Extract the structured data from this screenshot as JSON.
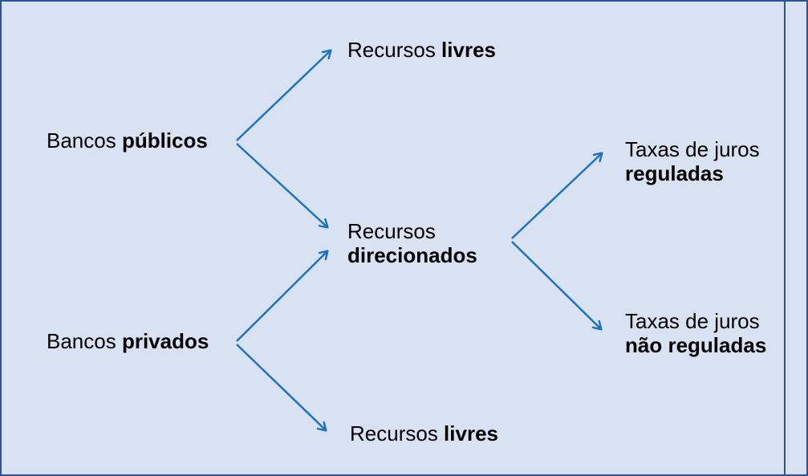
{
  "colors": {
    "background": "#d9e2f3",
    "border": "#2e5395",
    "arrow": "#1e73c0",
    "text": "#000000"
  },
  "diagram": {
    "nodes": {
      "bancos_publicos": {
        "regular": "Bancos ",
        "bold": "públicos"
      },
      "bancos_privados": {
        "regular": "Bancos ",
        "bold": "privados"
      },
      "recursos_livres_top": {
        "regular": "Recursos ",
        "bold": "livres"
      },
      "recursos_direcionados": {
        "line1": "Recursos",
        "line2_bold": "direcionados"
      },
      "recursos_livres_bottom": {
        "regular": "Recursos ",
        "bold": "livres"
      },
      "taxas_reguladas": {
        "line1": "Taxas de juros",
        "line2_bold": "reguladas"
      },
      "taxas_nao_reguladas": {
        "line1": "Taxas de juros",
        "line2_bold": "não reguladas"
      }
    },
    "edges": [
      {
        "from": "bancos-publicos",
        "to": "recursos-livres-top"
      },
      {
        "from": "bancos-publicos",
        "to": "recursos-direcionados"
      },
      {
        "from": "bancos-privados",
        "to": "recursos-direcionados"
      },
      {
        "from": "bancos-privados",
        "to": "recursos-livres-bottom"
      },
      {
        "from": "recursos-direcionados",
        "to": "taxas-reguladas"
      },
      {
        "from": "recursos-direcionados",
        "to": "taxas-nao-reguladas"
      }
    ]
  }
}
